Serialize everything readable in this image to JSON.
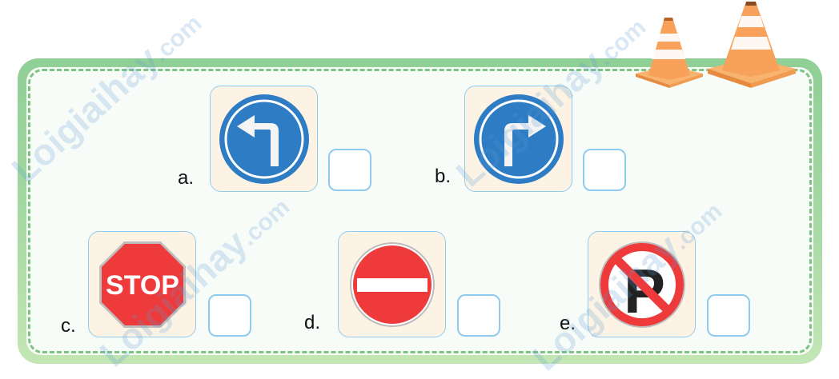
{
  "exercise": {
    "items": [
      {
        "letter": "a.",
        "sign": "turn-left-ahead",
        "sign_color": "#2e7cc4",
        "answer": ""
      },
      {
        "letter": "b.",
        "sign": "turn-right-ahead",
        "sign_color": "#2e7cc4",
        "answer": ""
      },
      {
        "letter": "c.",
        "sign": "stop",
        "sign_text": "STOP",
        "sign_color": "#ee3a3a",
        "answer": ""
      },
      {
        "letter": "d.",
        "sign": "no-entry",
        "sign_color": "#ee3a3a",
        "answer": ""
      },
      {
        "letter": "e.",
        "sign": "no-parking",
        "sign_text": "P",
        "sign_color": "#ee3a3a",
        "answer": ""
      }
    ]
  },
  "watermark": {
    "text": "Loigiaihay",
    "suffix": ".com"
  },
  "colors": {
    "frame_green": "#8fcf95",
    "dash_green": "#7cc47f",
    "sign_box_bg": "#fdf3e5",
    "box_border": "#8fcbee",
    "cone_orange": "#f7a15a"
  }
}
